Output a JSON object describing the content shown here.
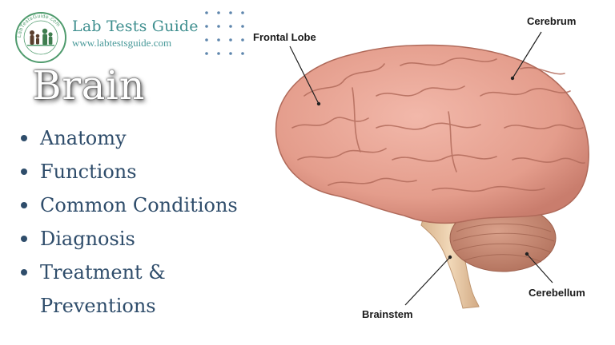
{
  "brand": {
    "title": "Lab Tests Guide",
    "url": "www.labtestsguide.com",
    "logo_ring_text": "LabTestsGuide.com"
  },
  "heading": "Brain",
  "topics": [
    "Anatomy",
    "Functions",
    "Common Conditions",
    "Diagnosis",
    "Treatment &",
    "Preventions"
  ],
  "diagram": {
    "labels": {
      "frontal_lobe": "Frontal Lobe",
      "cerebrum": "Cerebrum",
      "cerebellum": "Cerebellum",
      "brainstem": "Brainstem"
    }
  },
  "colors": {
    "brand_teal": "#3f8f8f",
    "text_navy": "#2f4d6b",
    "dots_blue": "#5e86ad",
    "brain_pink": "#e9a596",
    "cerebellum_brown": "#c98a73",
    "brainstem_tan": "#e8c9a6"
  },
  "icons": {
    "logo": "family-silhouette-logo-icon",
    "dots": "dot-grid-decoration-icon"
  }
}
